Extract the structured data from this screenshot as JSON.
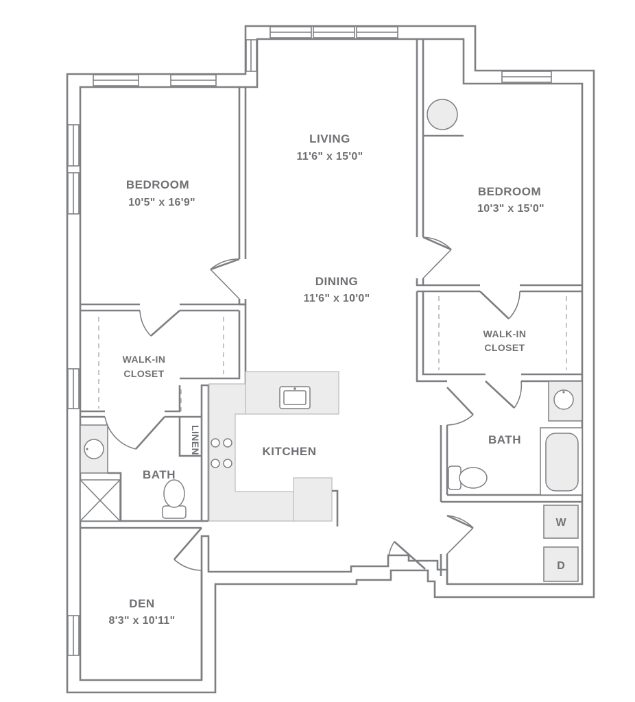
{
  "rooms": {
    "bedroom_left": {
      "name": "BEDROOM",
      "dim": "10'5\" x 16'9\""
    },
    "living": {
      "name": "LIVING",
      "dim": "11'6\" x 15'0\""
    },
    "bedroom_right": {
      "name": "BEDROOM",
      "dim": "10'3\" x 15'0\""
    },
    "dining": {
      "name": "DINING",
      "dim": "11'6\" x 10'0\""
    },
    "walkin_left": {
      "line1": "WALK-IN",
      "line2": "CLOSET"
    },
    "walkin_right": {
      "line1": "WALK-IN",
      "line2": "CLOSET"
    },
    "kitchen": {
      "name": "KITCHEN"
    },
    "bath_left": {
      "name": "BATH"
    },
    "bath_right": {
      "name": "BATH"
    },
    "linen": {
      "name": "LINEN"
    },
    "den": {
      "name": "DEN",
      "dim": "8'3\" x 10'11\""
    }
  },
  "laundry": {
    "washer": "W",
    "dryer": "D"
  },
  "colors": {
    "wall": "#7d7f82",
    "text": "#6e7073",
    "counter": "#ececec"
  }
}
